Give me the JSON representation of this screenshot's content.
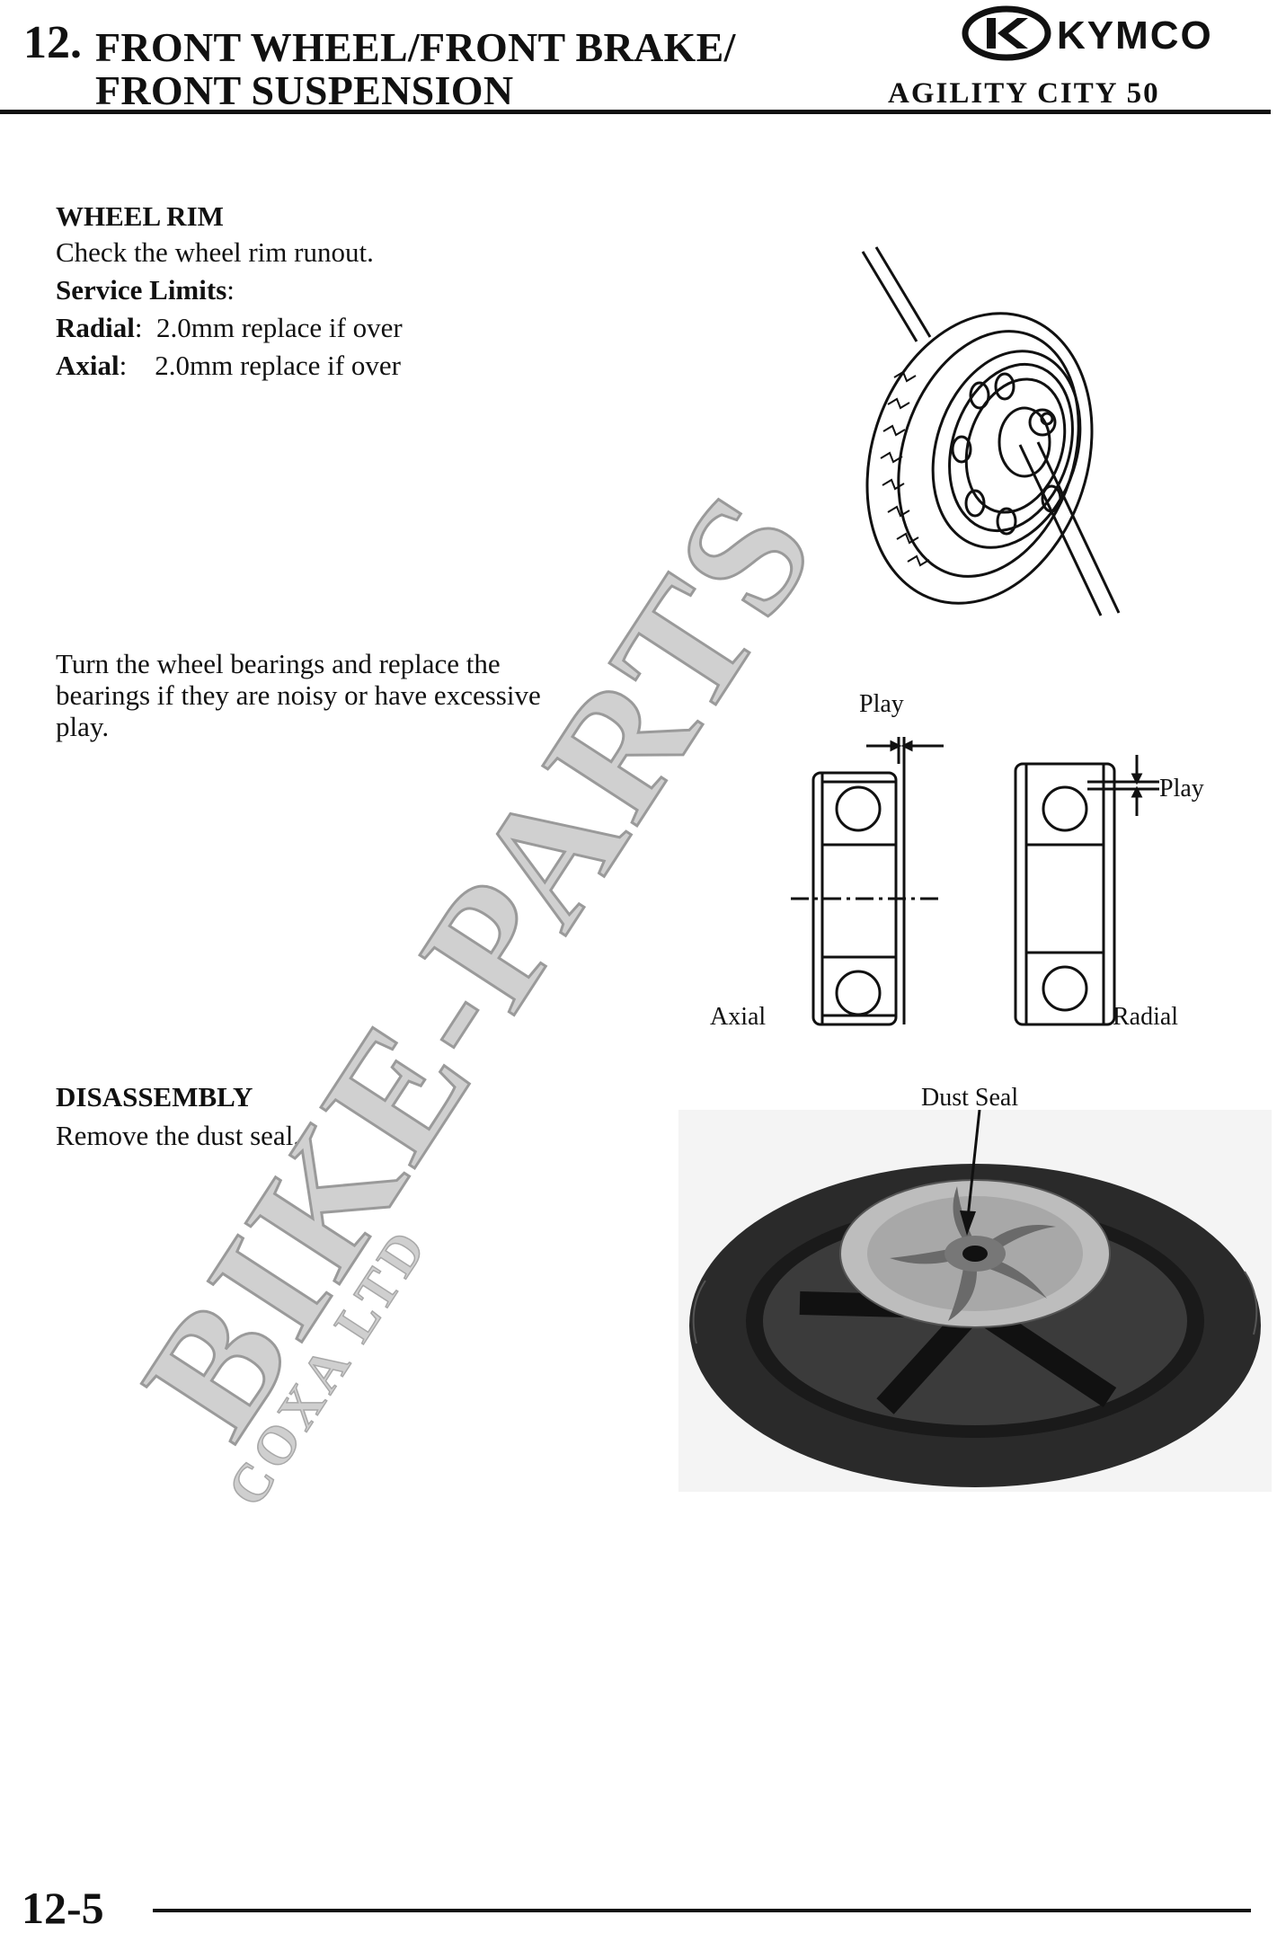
{
  "header": {
    "chapter_number": "12.",
    "title_line1": "FRONT WHEEL/FRONT BRAKE/",
    "title_line2": "FRONT SUSPENSION",
    "model": "AGILITY CITY 50",
    "brand": "KYMCO"
  },
  "wheel_rim": {
    "heading": "WHEEL RIM",
    "text": "Check the wheel rim runout.",
    "limits_label": "Service Limits",
    "limits_colon": ":",
    "radial_label": "Radial",
    "radial_value": ":  2.0mm replace if over",
    "axial_label": "Axial",
    "axial_value": ":    2.0mm replace if over"
  },
  "bearing": {
    "line1": "Turn the wheel bearings and replace the",
    "line2": "bearings if they are noisy or have excessive",
    "line3": "play.",
    "play_label_top": "Play",
    "play_label_right": "Play",
    "axial_label": "Axial",
    "radial_label": "Radial"
  },
  "disassembly": {
    "heading": "DISASSEMBLY",
    "text": "Remove the dust seal.",
    "dust_seal_label": "Dust Seal"
  },
  "watermark": {
    "main": "BIKE-PARTS",
    "sub": "COXA LTD"
  },
  "footer": {
    "page_number": "12-5"
  }
}
